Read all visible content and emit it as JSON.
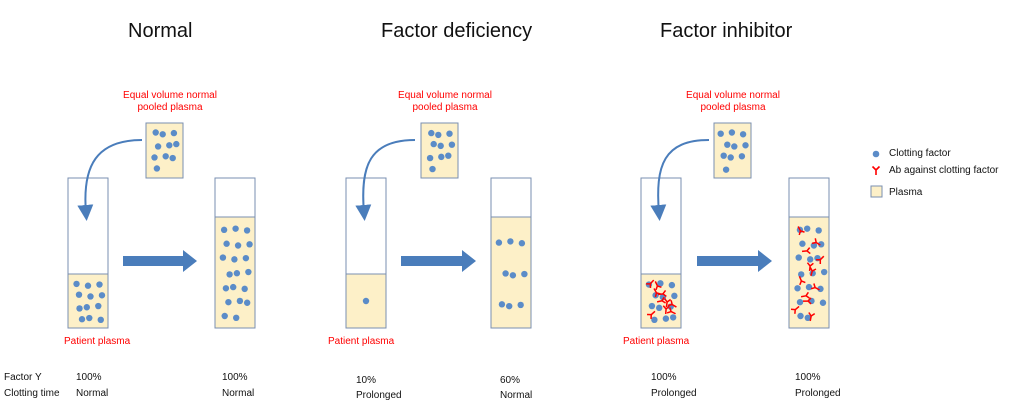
{
  "panels": [
    {
      "title": "Normal",
      "added_label": "Equal volume normal pooled plasma",
      "patient_label": "Patient plasma",
      "before": {
        "factor": "100%",
        "clotting": "Normal"
      },
      "after": {
        "factor": "100%",
        "clotting": "Normal"
      },
      "patient_dots": 12,
      "patient_antibodies": 0,
      "mixed_dots": 20,
      "mixed_antibodies": 0
    },
    {
      "title": "Factor deficiency",
      "added_label": "Equal volume normal pooled plasma",
      "patient_label": "Patient plasma",
      "before": {
        "factor": "10%",
        "clotting": "Prolonged"
      },
      "after": {
        "factor": "60%",
        "clotting": "Normal"
      },
      "patient_dots": 1,
      "patient_antibodies": 0,
      "mixed_dots": 9,
      "mixed_antibodies": 0
    },
    {
      "title": "Factor inhibitor",
      "added_label": "Equal volume normal pooled plasma",
      "patient_label": "Patient plasma",
      "before": {
        "factor": "100%",
        "clotting": "Prolonged"
      },
      "after": {
        "factor": "100%",
        "clotting": "Prolonged"
      },
      "patient_dots": 12,
      "patient_antibodies": 10,
      "mixed_dots": 20,
      "mixed_antibodies": 12
    }
  ],
  "row_labels": {
    "factor": "Factor Y",
    "clotting": "Clotting time"
  },
  "legend": {
    "clotting_factor": "Clotting factor",
    "antibody": "Ab against clotting factor",
    "plasma": "Plasma"
  },
  "colors": {
    "plasma_fill": "#fdf0c8",
    "tube_border": "#7a8fb0",
    "dot": "#5b8cc8",
    "arrow": "#4a7dbb",
    "antibody": "#ff0000",
    "label_red": "#ff0000"
  }
}
